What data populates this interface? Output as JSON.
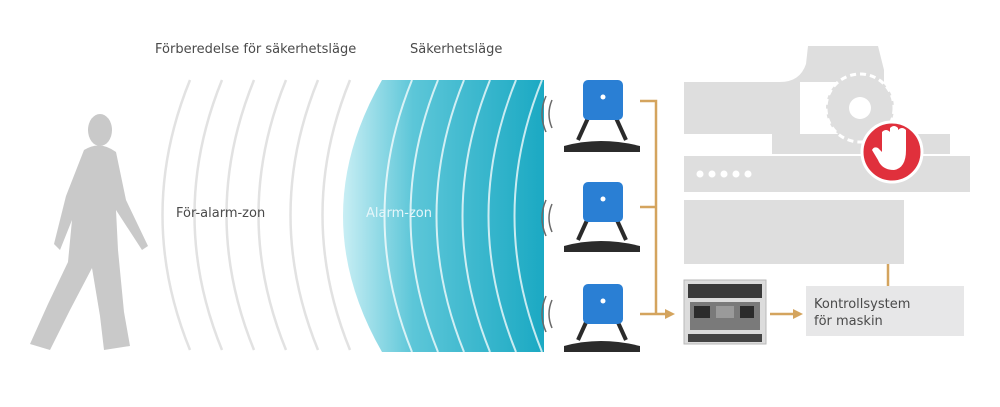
{
  "labels": {
    "pre_safety_mode": "Förberedelse för säkerhetsläge",
    "safety_mode": "Säkerhetsläge",
    "pre_alarm_zone": "För-alarm-zon",
    "alarm_zone": "Alarm-zon",
    "control_system_line1": "Kontrollsystem",
    "control_system_line2": "för maskin"
  },
  "colors": {
    "alarm_zone_dark": "#1ba9c3",
    "alarm_zone_light": "#c8eef4",
    "arrow": "#d4a45e",
    "machine": "#dedede",
    "stop_sign": "#e0303c",
    "sensor_blue": "#2a7fd4",
    "person": "#c9c9c9"
  },
  "icons": [
    "person-icon",
    "radar-sensor-icon",
    "controller-unit-icon",
    "machine-icon",
    "stop-hand-icon",
    "saw-blade-icon"
  ]
}
